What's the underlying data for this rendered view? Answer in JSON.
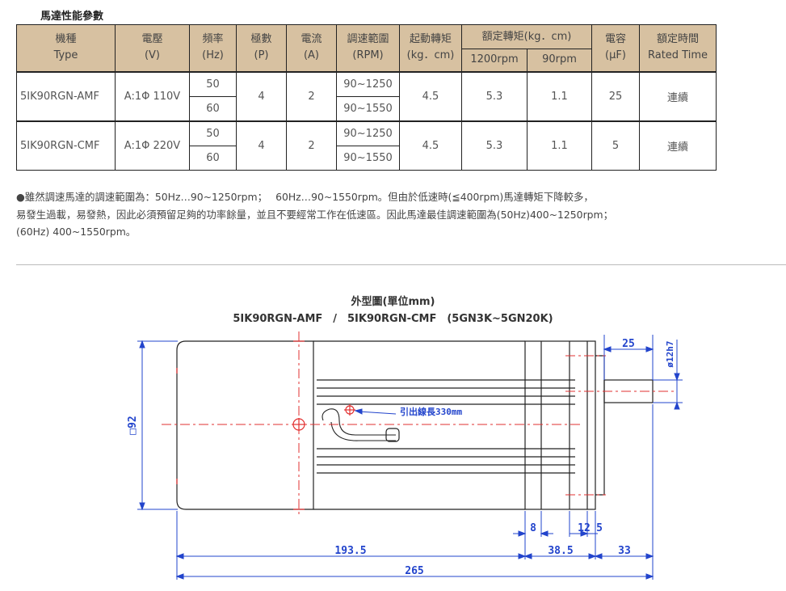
{
  "section_title": "馬達性能參數",
  "table": {
    "headers": {
      "type": [
        "機種",
        "Type"
      ],
      "voltage": [
        "電壓",
        "(V)"
      ],
      "freq": [
        "頻率",
        "(Hz)"
      ],
      "poles": [
        "極數",
        "(P)"
      ],
      "current": [
        "電流",
        "(A)"
      ],
      "speed": [
        "調速範圍",
        "(RPM)"
      ],
      "start_torque": [
        "起動轉矩",
        "(kg．cm)"
      ],
      "rated_torque": "額定轉矩(kg．cm)",
      "rated_torque_sub": [
        "1200rpm",
        "90rpm"
      ],
      "capacitor": [
        "電容",
        "(μF)"
      ],
      "rated_time": [
        "額定時間",
        "Rated Time"
      ]
    },
    "rows": [
      {
        "type": "5IK90RGN-AMF",
        "voltage": "A:1Φ 110V",
        "freqs": [
          "50",
          "60"
        ],
        "poles": "4",
        "current": "2",
        "speeds": [
          "90~1250",
          "90~1550"
        ],
        "start_torque": "4.5",
        "torque_1200": "5.3",
        "torque_90": "1.1",
        "capacitor": "25",
        "rated_time": "連續"
      },
      {
        "type": "5IK90RGN-CMF",
        "voltage": "A:1Φ 220V",
        "freqs": [
          "50",
          "60"
        ],
        "poles": "4",
        "current": "2",
        "speeds": [
          "90~1250",
          "90~1550"
        ],
        "start_torque": "4.5",
        "torque_1200": "5.3",
        "torque_90": "1.1",
        "capacitor": "5",
        "rated_time": "連續"
      }
    ]
  },
  "note_lines": [
    "●雖然調速馬達的調速範圍為：50Hz…90~1250rpm；　 60Hz…90~1550rpm。但由於低速時(≦400rpm)馬達轉矩下降較多，",
    "易發生過載，易發熱，因此必須預留足夠的功率餘量，並且不要經常工作在低速區。因此馬達最佳調速範圍為(50Hz)400~1250rpm；",
    "(60Hz) 400~1550rpm。"
  ],
  "drawing": {
    "title": "外型圖(單位mm)",
    "subtitle": "5IK90RGN-AMF　/　5IK90RGN-CMF　(5GN3K~5GN20K)",
    "lead_label": "引出線長330mm",
    "dims": {
      "height": "□92",
      "shaft_len": "25",
      "shaft_dia": "ø12h7",
      "d8": "8",
      "d12": "12",
      "d5": "5",
      "d193": "193.5",
      "d38": "38.5",
      "d33": "33",
      "d265": "265"
    },
    "colors": {
      "outline": "#222222",
      "center": "#e23030",
      "dimension": "#2244cc"
    }
  }
}
